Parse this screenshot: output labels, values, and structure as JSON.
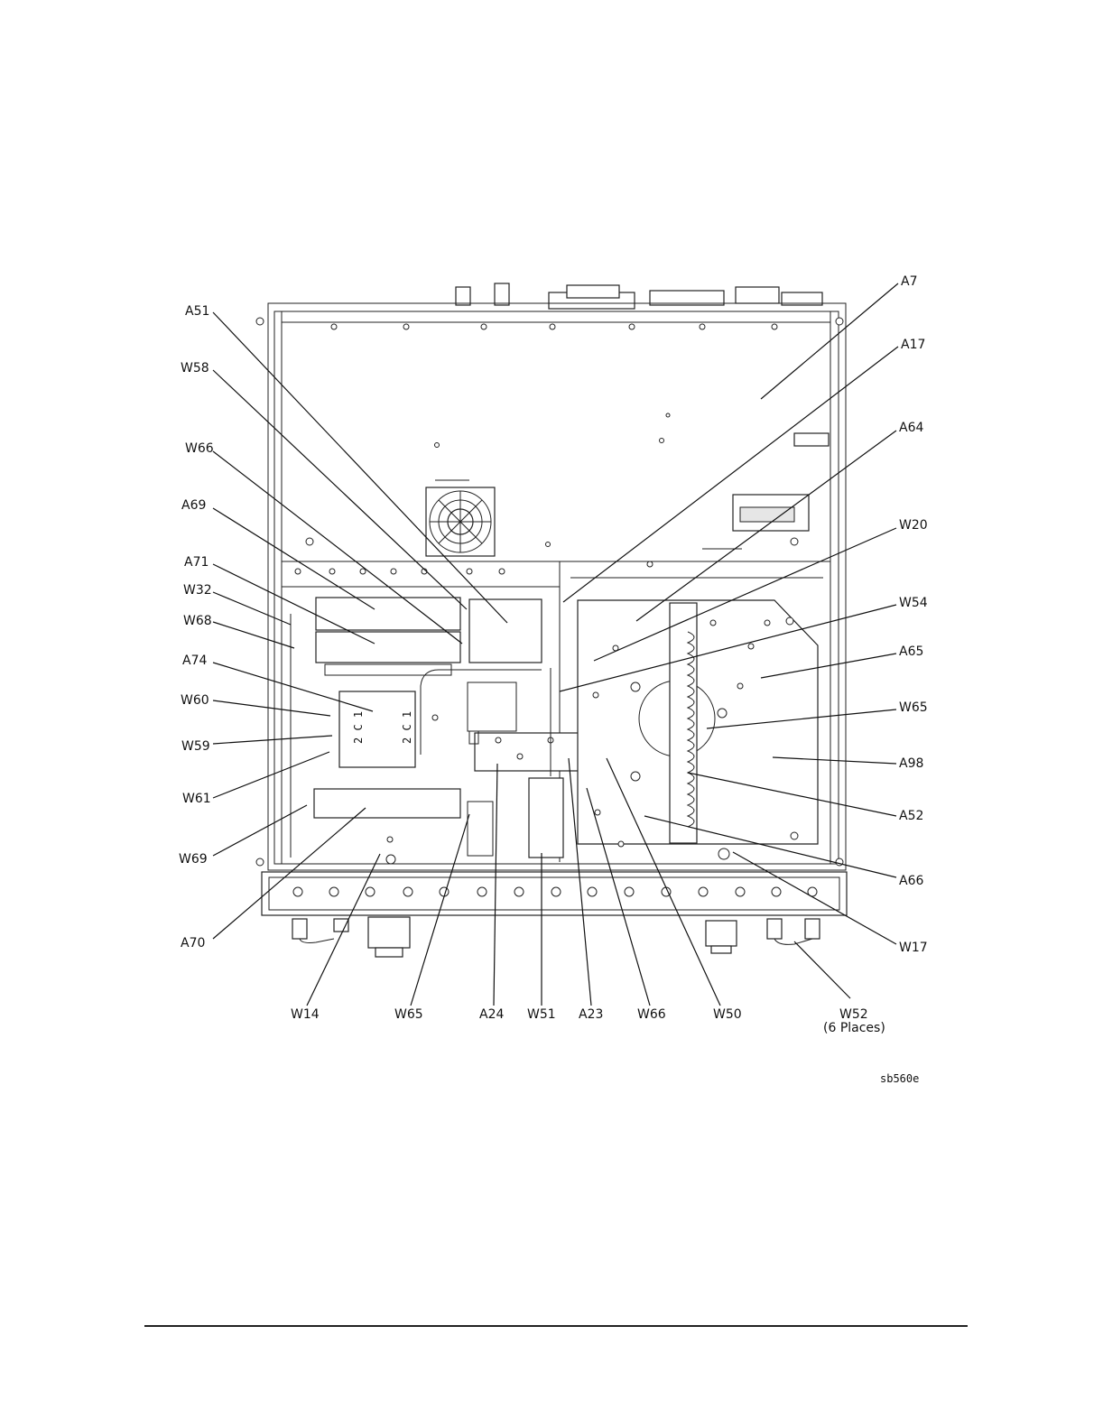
{
  "drawing_ref": "sb560e",
  "callouts": {
    "A7": "A7",
    "A17": "A17",
    "A64": "A64",
    "W20": "W20",
    "W54": "W54",
    "A65": "A65",
    "W65_right": "W65",
    "A98": "A98",
    "A52": "A52",
    "A66": "A66",
    "W17": "W17",
    "A51": "A51",
    "W58": "W58",
    "W66_left": "W66",
    "A69": "A69",
    "A71": "A71",
    "W32": "W32",
    "W68": "W68",
    "A74": "A74",
    "W60": "W60",
    "W59": "W59",
    "W61": "W61",
    "W69": "W69",
    "A70": "A70",
    "W14": "W14",
    "W65_bottom": "W65",
    "A24": "A24",
    "W51": "W51",
    "A23": "A23",
    "W66_bottom": "W66",
    "W50": "W50",
    "W52": "W52",
    "W52_note": "(6 Places)"
  },
  "module_marks": {
    "left_top": "2 C 1",
    "left_bottom": "2 C 1"
  }
}
